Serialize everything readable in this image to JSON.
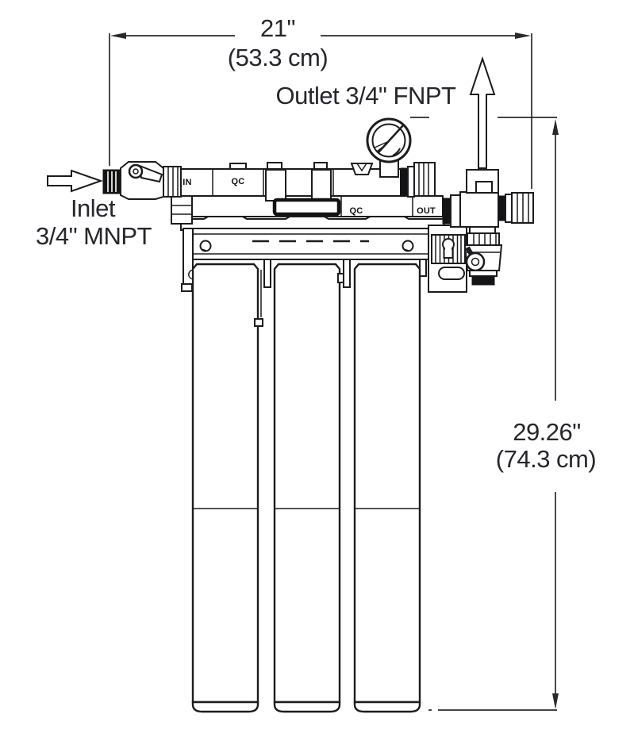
{
  "diagram": {
    "type": "dimension-drawing",
    "subject": "triple-cartridge water filtration system with manifold, gauge and mounting bracket",
    "dim_width": {
      "inches": "21\"",
      "metric": "(53.3 cm)"
    },
    "dim_height": {
      "inches": "29.26\"",
      "metric": "(74.3 cm)"
    },
    "inlet": {
      "line1": "Inlet",
      "line2": "3/4\" MNPT"
    },
    "outlet": {
      "label": "Outlet 3/4\" FNPT"
    },
    "port_labels": {
      "in": "IN",
      "qc_top": "QC",
      "qc_bottom": "QC",
      "out": "OUT"
    },
    "colors": {
      "line": "#1c1c1e",
      "text": "#26262c",
      "background": "#ffffff"
    }
  }
}
